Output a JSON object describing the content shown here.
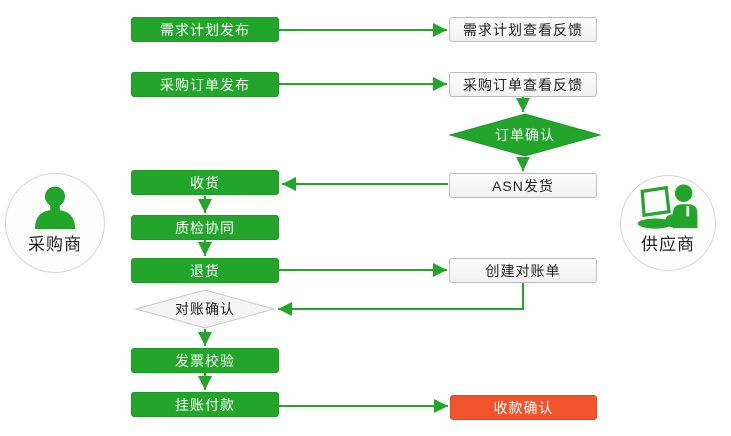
{
  "diagram": {
    "type": "flowchart",
    "theme_colors": {
      "green": "#23a42b",
      "red": "#f1532d",
      "light_node_border": "#bdbdbd",
      "gray_diamond_fill": "#f4f4f4"
    },
    "actors": {
      "buyer": {
        "label": "采购商"
      },
      "supplier": {
        "label": "供应商"
      }
    },
    "nodes": {
      "demand_publish": {
        "label": "需求计划发布",
        "type": "process-green"
      },
      "po_publish": {
        "label": "采购订单发布",
        "type": "process-green"
      },
      "receive": {
        "label": "收货",
        "type": "process-green"
      },
      "quality": {
        "label": "质检协同",
        "type": "process-green"
      },
      "returns": {
        "label": "退货",
        "type": "process-green"
      },
      "recon_confirm": {
        "label": "对账确认",
        "type": "decision-gray"
      },
      "invoice_check": {
        "label": "发票校验",
        "type": "process-green"
      },
      "payment": {
        "label": "挂账付款",
        "type": "process-green"
      },
      "demand_view": {
        "label": "需求计划查看反馈",
        "type": "process-light"
      },
      "po_view": {
        "label": "采购订单查看反馈",
        "type": "process-light"
      },
      "order_confirm": {
        "label": "订单确认",
        "type": "decision-green"
      },
      "asn_ship": {
        "label": "ASN发货",
        "type": "process-light"
      },
      "create_statement": {
        "label": "创建对账单",
        "type": "process-light"
      },
      "receipt_confirm": {
        "label": "收款确认",
        "type": "process-red"
      }
    }
  }
}
